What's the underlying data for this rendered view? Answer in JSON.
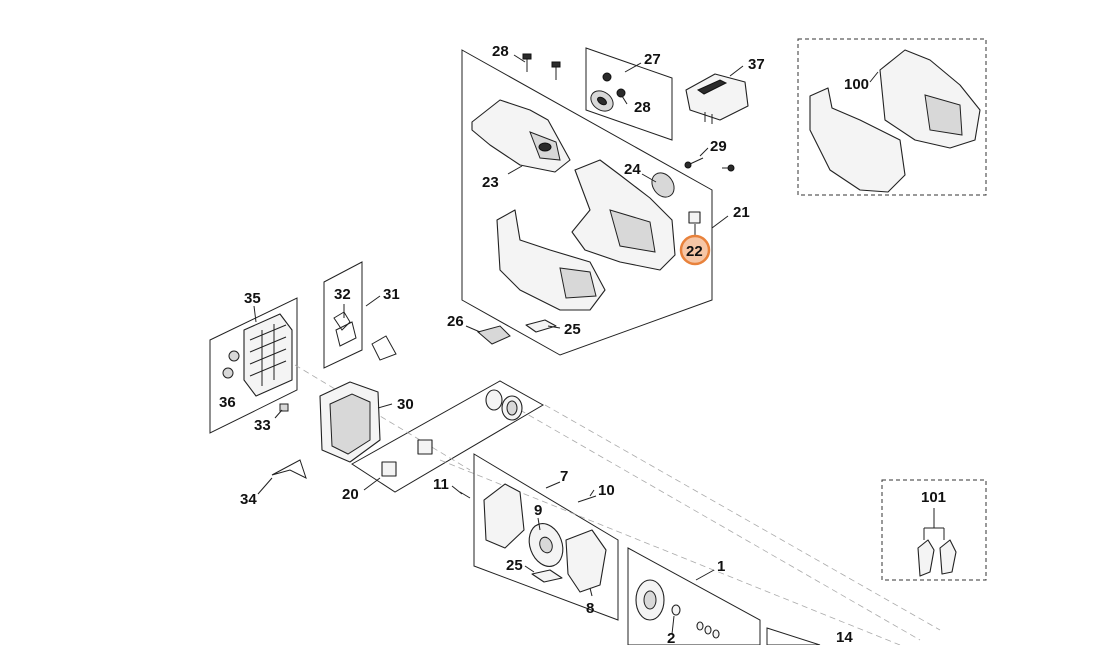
{
  "diagram": {
    "highlight_color": "#e8823c",
    "callouts": {
      "c28a": "28",
      "c27": "27",
      "c37": "37",
      "c28b": "28",
      "c100": "100",
      "c29": "29",
      "c24": "24",
      "c23": "23",
      "c21": "21",
      "c22": "22",
      "c35": "35",
      "c32": "32",
      "c31": "31",
      "c26": "26",
      "c25a": "25",
      "c36": "36",
      "c30": "30",
      "c33": "33",
      "c34": "34",
      "c20": "20",
      "c11": "11",
      "c7": "7",
      "c10": "10",
      "c9": "9",
      "c101": "101",
      "c25b": "25",
      "c8": "8",
      "c1": "1",
      "c2": "2",
      "c14": "14"
    }
  }
}
